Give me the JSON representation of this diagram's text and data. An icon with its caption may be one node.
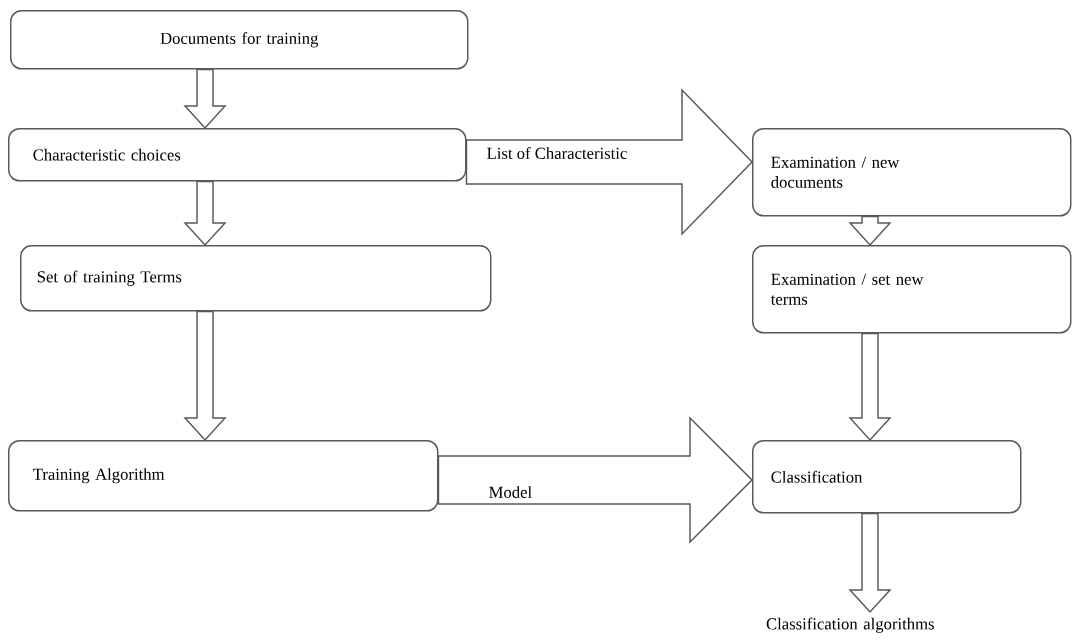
{
  "diagram": {
    "nodes": [
      {
        "text": [
          "Documents for training"
        ]
      },
      {
        "text": [
          "Characteristic choices"
        ]
      },
      {
        "text": [
          "Set of training Terms"
        ]
      },
      {
        "text": [
          "Training Algorithm"
        ]
      },
      {
        "text": [
          "Examination / new documents"
        ]
      },
      {
        "text": [
          "Examination / set new terms"
        ]
      },
      {
        "text": [
          "Classification"
        ]
      },
      {
        "text": [
          "Classification algorithms"
        ]
      }
    ],
    "edges": [
      {
        "from": 0,
        "to": 1,
        "arrow": "to"
      },
      {
        "from": 1,
        "to": 2,
        "arrow": "to"
      },
      {
        "from": 2,
        "to": 3,
        "arrow": "to"
      },
      {
        "from": 1,
        "to": 4,
        "arrow": "to",
        "label": "List of Characteristic"
      },
      {
        "from": 4,
        "to": 5,
        "arrow": "to"
      },
      {
        "from": 5,
        "to": 6,
        "arrow": "to"
      },
      {
        "from": 3,
        "to": 6,
        "arrow": "to",
        "label": "Model"
      },
      {
        "from": 6,
        "to": 7,
        "arrow": "to"
      }
    ]
  }
}
